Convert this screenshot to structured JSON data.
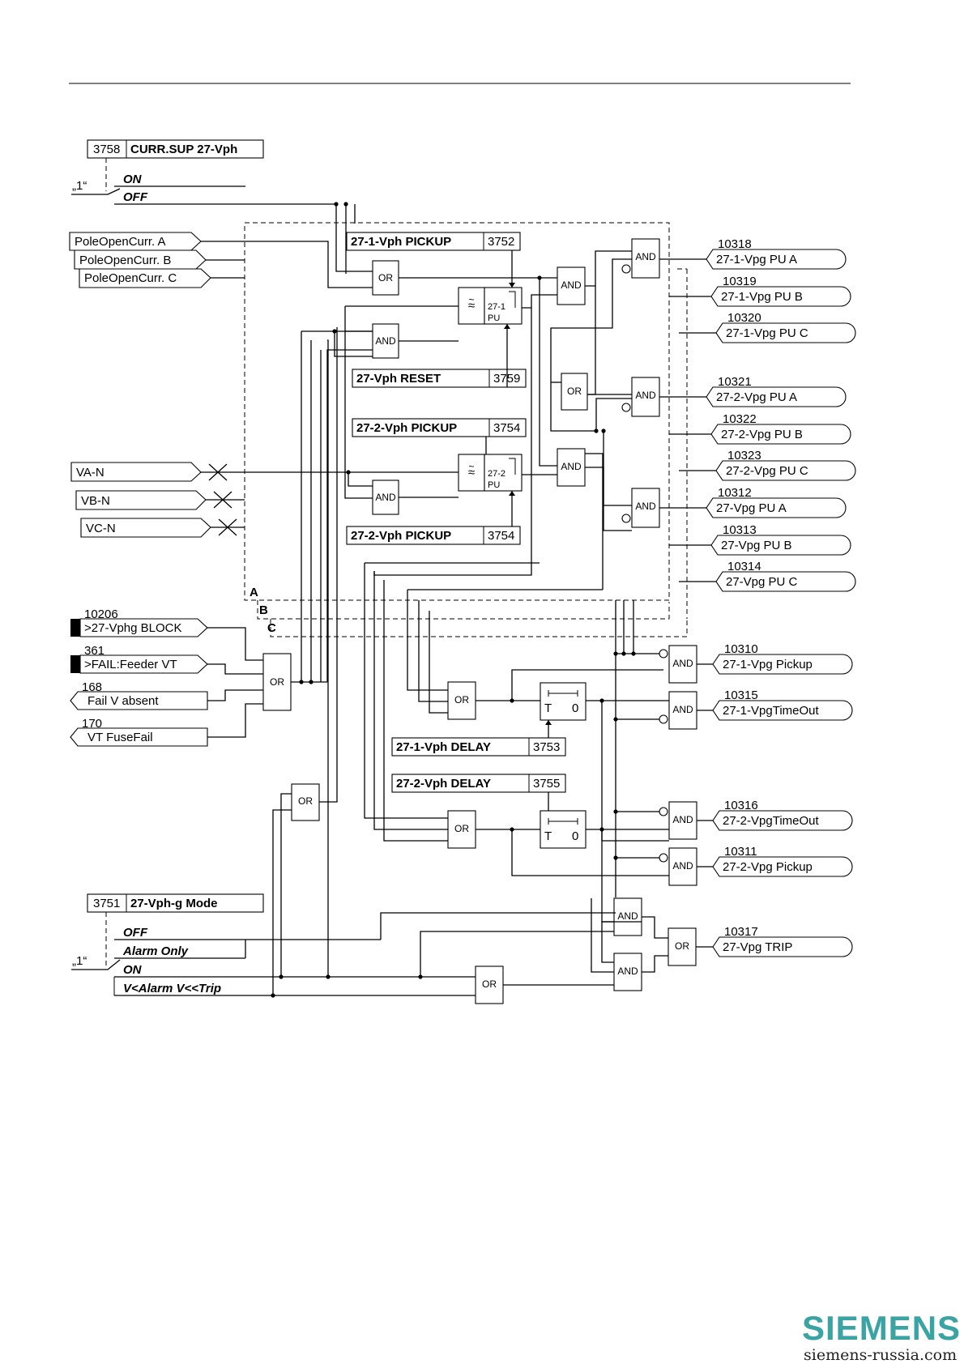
{
  "param_3758": {
    "number": "3758",
    "name": "CURR.SUP 27-Vph"
  },
  "param_3751": {
    "number": "3751",
    "name": "27-Vph-g Mode"
  },
  "switch_const": "„1“",
  "curr_sup_options": [
    "ON",
    "OFF"
  ],
  "mode_options": [
    "OFF",
    "Alarm Only",
    "ON",
    "V<Alarm V<<Trip"
  ],
  "inputs": [
    {
      "label": "PoleOpenCurr. A"
    },
    {
      "label": "PoleOpenCurr. B"
    },
    {
      "label": "PoleOpenCurr. C"
    },
    {
      "label": "VA-N"
    },
    {
      "label": "VB-N"
    },
    {
      "label": "VC-N"
    }
  ],
  "block_inputs": [
    {
      "number": "10206",
      "label": ">27-Vphg BLOCK"
    },
    {
      "number": "361",
      "label": ">FAIL:Feeder VT"
    },
    {
      "number": "168",
      "label": "Fail V absent"
    },
    {
      "number": "170",
      "label": "VT FuseFail"
    }
  ],
  "settings": [
    {
      "name": "27-1-Vph PICKUP",
      "number": "3752"
    },
    {
      "name": "27-Vph RESET",
      "number": "3759"
    },
    {
      "name": "27-2-Vph PICKUP",
      "number": "3754"
    },
    {
      "name": "27-2-Vph PICKUP",
      "number": "3754"
    },
    {
      "name": "27-1-Vph DELAY",
      "number": "3753"
    },
    {
      "name": "27-2-Vph DELAY",
      "number": "3755"
    }
  ],
  "phase_labels": [
    "A",
    "B",
    "C"
  ],
  "gate_labels": {
    "and": "AND",
    "or": "OR"
  },
  "timer": {
    "t": "T",
    "zero": "0"
  },
  "measure": {
    "stage1": [
      "27-1",
      "PU"
    ],
    "stage2": [
      "27-2",
      "PU"
    ]
  },
  "outputs": [
    {
      "number": "10318",
      "label": "27-1-Vpg PU A"
    },
    {
      "number": "10319",
      "label": "27-1-Vpg PU B"
    },
    {
      "number": "10320",
      "label": "27-1-Vpg PU C"
    },
    {
      "number": "10321",
      "label": "27-2-Vpg PU A"
    },
    {
      "number": "10322",
      "label": "27-2-Vpg PU B"
    },
    {
      "number": "10323",
      "label": "27-2-Vpg PU C"
    },
    {
      "number": "10312",
      "label": "27-Vpg PU A"
    },
    {
      "number": "10313",
      "label": "27-Vpg PU B"
    },
    {
      "number": "10314",
      "label": "27-Vpg PU C"
    },
    {
      "number": "10310",
      "label": "27-1-Vpg Pickup"
    },
    {
      "number": "10315",
      "label": "27-1-VpgTimeOut"
    },
    {
      "number": "10316",
      "label": "27-2-VpgTimeOut"
    },
    {
      "number": "10311",
      "label": "27-2-Vpg Pickup"
    },
    {
      "number": "10317",
      "label": "27-Vpg TRIP"
    }
  ],
  "brand": {
    "logo": "SIEMENS",
    "url": "siemens-russia.com",
    "logo_color": "#3aa3a3"
  }
}
